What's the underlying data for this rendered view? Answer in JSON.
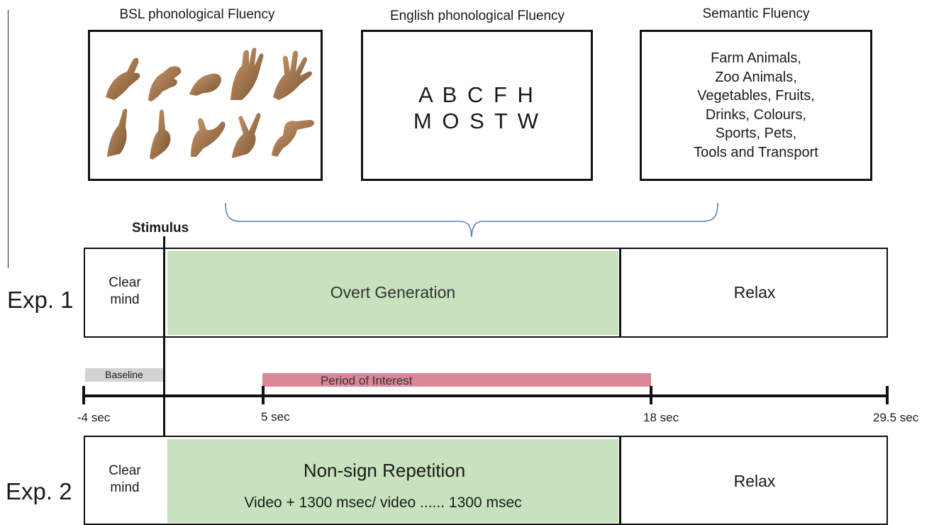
{
  "fluency_tasks": [
    {
      "title": "BSL phonological Fluency",
      "handshape_images": 10
    },
    {
      "title": "English phonological Fluency",
      "letters": [
        "A B C F H",
        "M O S T W"
      ]
    },
    {
      "title": "Semantic Fluency",
      "categories": [
        "Farm Animals,",
        "Zoo Animals,",
        "Vegetables, Fruits,",
        "Drinks, Colours,",
        "Sports, Pets,",
        "Tools and Transport"
      ]
    }
  ],
  "stimulus_label": "Stimulus",
  "exp1": {
    "label": "Exp. 1",
    "clear_mind": [
      "Clear",
      "mind"
    ],
    "generation": "Overt Generation",
    "relax": "Relax"
  },
  "timeline": {
    "baseline": "Baseline",
    "period_of_interest": "Period of Interest",
    "ticks": [
      "-4 sec",
      "5 sec",
      "18 sec",
      "29.5 sec"
    ]
  },
  "exp2": {
    "label": "Exp. 2",
    "clear_mind": [
      "Clear",
      "mind"
    ],
    "task": "Non-sign Repetition",
    "task_detail": "Video + 1300 msec/ video ...... 1300 msec",
    "relax": "Relax"
  },
  "colors": {
    "task_fill": "#c8e2bd",
    "period_of_interest": "#d98797",
    "baseline": "#d3d3d3",
    "brace": "#5b7fc7"
  }
}
